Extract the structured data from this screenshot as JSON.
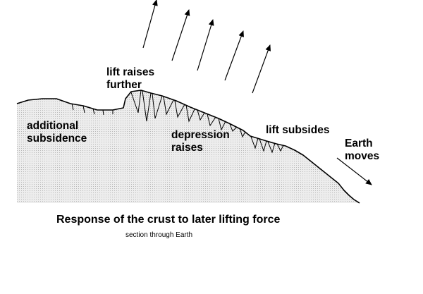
{
  "labels": {
    "lift_raises": "lift raises\nfurther",
    "additional_subsidence": "additional\nsubsidence",
    "depression_raises": "depression\nraises",
    "lift_subsides": "lift subsides",
    "earth_moves": "Earth\nmoves"
  },
  "title": "Response of the crust to later lifting force",
  "subtitle": "section through Earth",
  "icons": {
    "lifting_force": "arrow-up-right-icon",
    "earth_motion": "arrow-down-right-icon"
  },
  "colors": {
    "ink": "#000000",
    "crust_fill": "#e6e6e6"
  }
}
